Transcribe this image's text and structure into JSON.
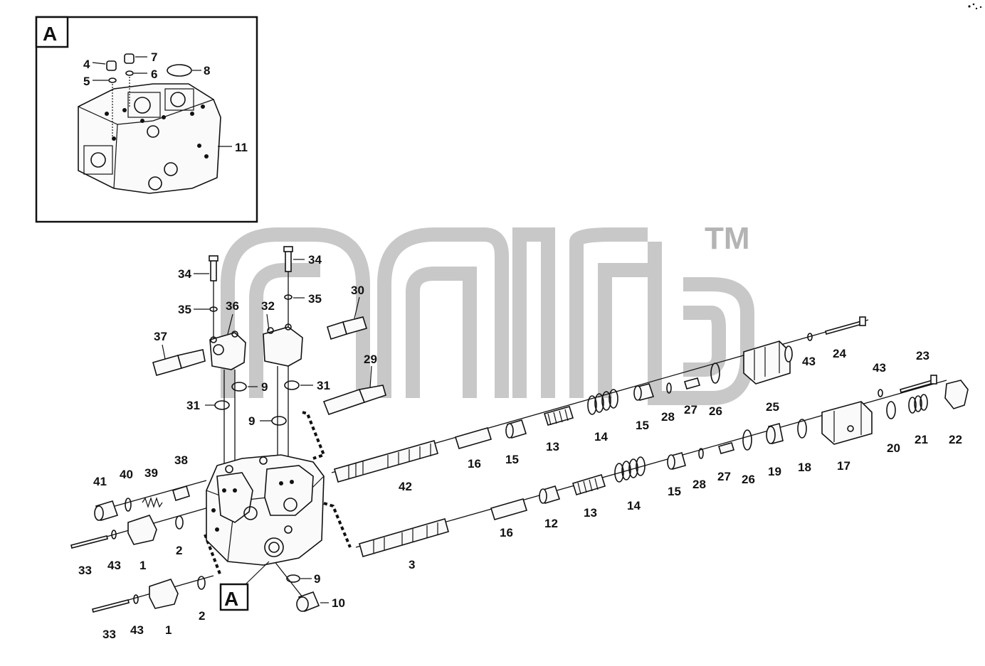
{
  "watermark": {
    "mark": "TM"
  },
  "detail_view": {
    "letter": "A"
  },
  "detail_reference": {
    "letter": "A"
  },
  "callouts": [
    {
      "id": "c4",
      "text": "4"
    },
    {
      "id": "c7",
      "text": "7"
    },
    {
      "id": "c5",
      "text": "5"
    },
    {
      "id": "c6",
      "text": "6"
    },
    {
      "id": "c8",
      "text": "8"
    },
    {
      "id": "c11",
      "text": "11"
    },
    {
      "id": "c34a",
      "text": "34"
    },
    {
      "id": "c34b",
      "text": "34"
    },
    {
      "id": "c35a",
      "text": "35"
    },
    {
      "id": "c35b",
      "text": "35"
    },
    {
      "id": "c36",
      "text": "36"
    },
    {
      "id": "c32",
      "text": "32"
    },
    {
      "id": "c30",
      "text": "30"
    },
    {
      "id": "c37",
      "text": "37"
    },
    {
      "id": "c29",
      "text": "29"
    },
    {
      "id": "c9a",
      "text": "9"
    },
    {
      "id": "c31a",
      "text": "31"
    },
    {
      "id": "c31b",
      "text": "31"
    },
    {
      "id": "c9b",
      "text": "9"
    },
    {
      "id": "c38",
      "text": "38"
    },
    {
      "id": "c41",
      "text": "41"
    },
    {
      "id": "c40",
      "text": "40"
    },
    {
      "id": "c39",
      "text": "39"
    },
    {
      "id": "c2a",
      "text": "2"
    },
    {
      "id": "c33a",
      "text": "33"
    },
    {
      "id": "c43a",
      "text": "43"
    },
    {
      "id": "c1a",
      "text": "1"
    },
    {
      "id": "c9c",
      "text": "9"
    },
    {
      "id": "c10",
      "text": "10"
    },
    {
      "id": "c2b",
      "text": "2"
    },
    {
      "id": "c33b",
      "text": "33"
    },
    {
      "id": "c43b",
      "text": "43"
    },
    {
      "id": "c1b",
      "text": "1"
    },
    {
      "id": "c42",
      "text": "42"
    },
    {
      "id": "c16a",
      "text": "16"
    },
    {
      "id": "c15a",
      "text": "15"
    },
    {
      "id": "c13a",
      "text": "13"
    },
    {
      "id": "c14a",
      "text": "14"
    },
    {
      "id": "c15b",
      "text": "15"
    },
    {
      "id": "c28a",
      "text": "28"
    },
    {
      "id": "c27a",
      "text": "27"
    },
    {
      "id": "c26a",
      "text": "26"
    },
    {
      "id": "c25",
      "text": "25"
    },
    {
      "id": "c43c",
      "text": "43"
    },
    {
      "id": "c24",
      "text": "24"
    },
    {
      "id": "c43d",
      "text": "43"
    },
    {
      "id": "c23",
      "text": "23"
    },
    {
      "id": "c22",
      "text": "22"
    },
    {
      "id": "c21",
      "text": "21"
    },
    {
      "id": "c20",
      "text": "20"
    },
    {
      "id": "c17",
      "text": "17"
    },
    {
      "id": "c18",
      "text": "18"
    },
    {
      "id": "c19",
      "text": "19"
    },
    {
      "id": "c26b",
      "text": "26"
    },
    {
      "id": "c27b",
      "text": "27"
    },
    {
      "id": "c28b",
      "text": "28"
    },
    {
      "id": "c15c",
      "text": "15"
    },
    {
      "id": "c14b",
      "text": "14"
    },
    {
      "id": "c13b",
      "text": "13"
    },
    {
      "id": "c12",
      "text": "12"
    },
    {
      "id": "c16b",
      "text": "16"
    },
    {
      "id": "c3",
      "text": "3"
    }
  ]
}
